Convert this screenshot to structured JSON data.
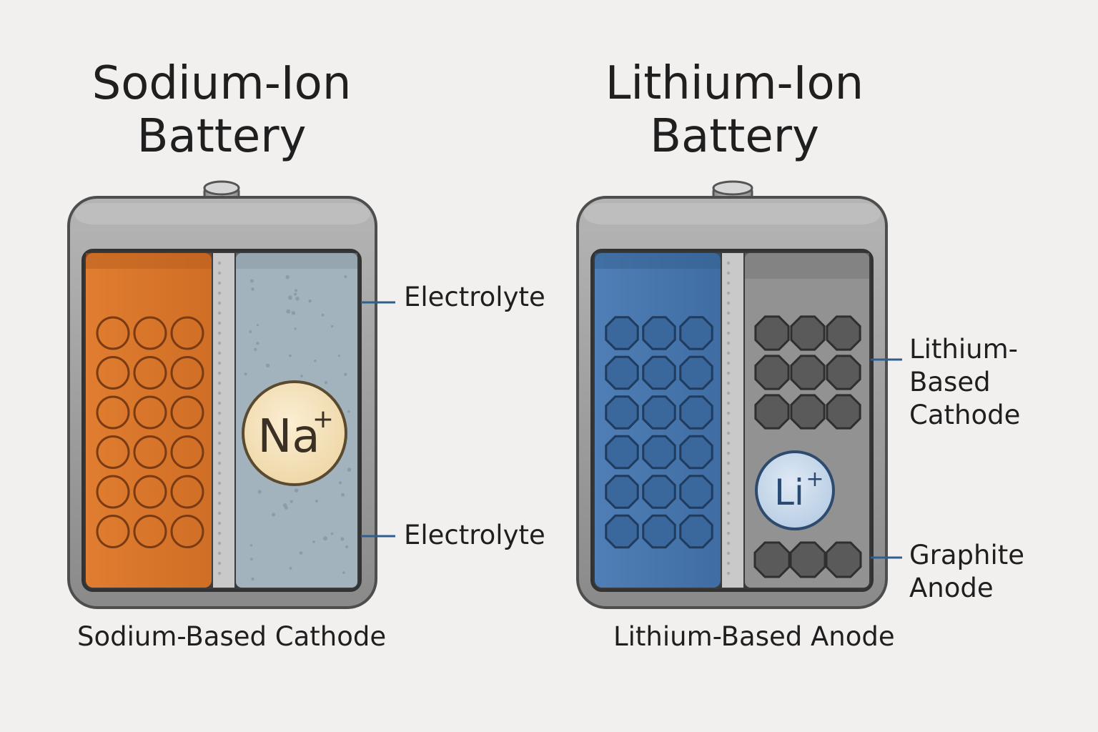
{
  "sodium": {
    "title_line1": "Sodium-Ion",
    "title_line2": "Battery",
    "ion_symbol": "Na",
    "ion_charge": "+",
    "electrolyte_label_top": "Electrolyte",
    "electrolyte_label_bottom": "Electrolyte",
    "bottom_label": "Sodium-Based Cathode"
  },
  "lithium": {
    "title_line1": "Lithium-Ion",
    "title_line2": "Battery",
    "ion_symbol": "Li",
    "ion_charge": "+",
    "cathode_label_line1": "Lithium-",
    "cathode_label_line2": "Based",
    "cathode_label_line3": "Cathode",
    "anode_label_line1": "Graphite",
    "anode_label_line2": "Anode",
    "bottom_label": "Lithium-Based Anode"
  },
  "colors": {
    "background": "#f2f0ef",
    "casing": "#9a9a9a",
    "sodium_electrode": "#d9772c",
    "sodium_electrolyte": "#9fb0bb",
    "lithium_electrode": "#4a78ad",
    "lithium_chamber": "#8f8f8f",
    "separator": "#c8c8c8",
    "leader_line": "#2f5f8f",
    "na_ion_fill": "#f3dfb8",
    "li_ion_fill": "#c9d9ea"
  }
}
